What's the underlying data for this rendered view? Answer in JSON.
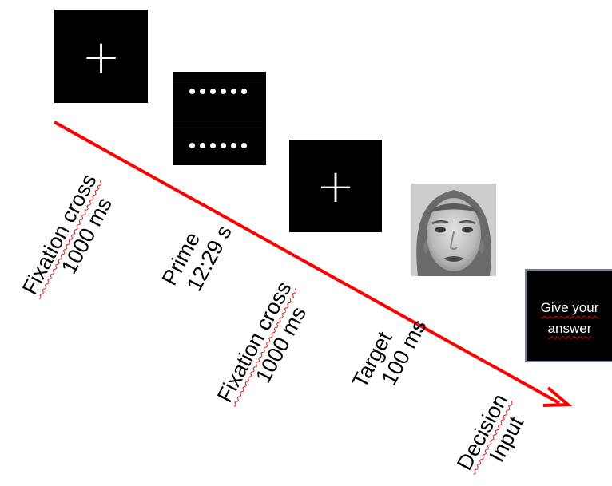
{
  "stimuli": {
    "fixation_symbol": "+"
  },
  "labels": [
    {
      "line1": "Fixation cross",
      "line2": "1000 ms",
      "squiggle_line1": true,
      "squiggle_line2": false
    },
    {
      "line1": "Prime",
      "line2": "12:29 s",
      "squiggle_line1": false,
      "squiggle_line2": false
    },
    {
      "line1": "Fixation cross",
      "line2": "1000 ms",
      "squiggle_line1": true,
      "squiggle_line2": false
    },
    {
      "line1": "Target",
      "line2": "100 ms",
      "squiggle_line1": false,
      "squiggle_line2": false
    },
    {
      "line1": "Decision",
      "line2": "Input",
      "squiggle_line1": true,
      "squiggle_line2": false
    }
  ],
  "answer_box": {
    "line1": "Give your",
    "line2": "answer"
  },
  "colors": {
    "arrow": "#ff0000",
    "screen_background": "#000000",
    "answer_border": "#6e7f98",
    "spellcheck_underline": "#d01010"
  }
}
